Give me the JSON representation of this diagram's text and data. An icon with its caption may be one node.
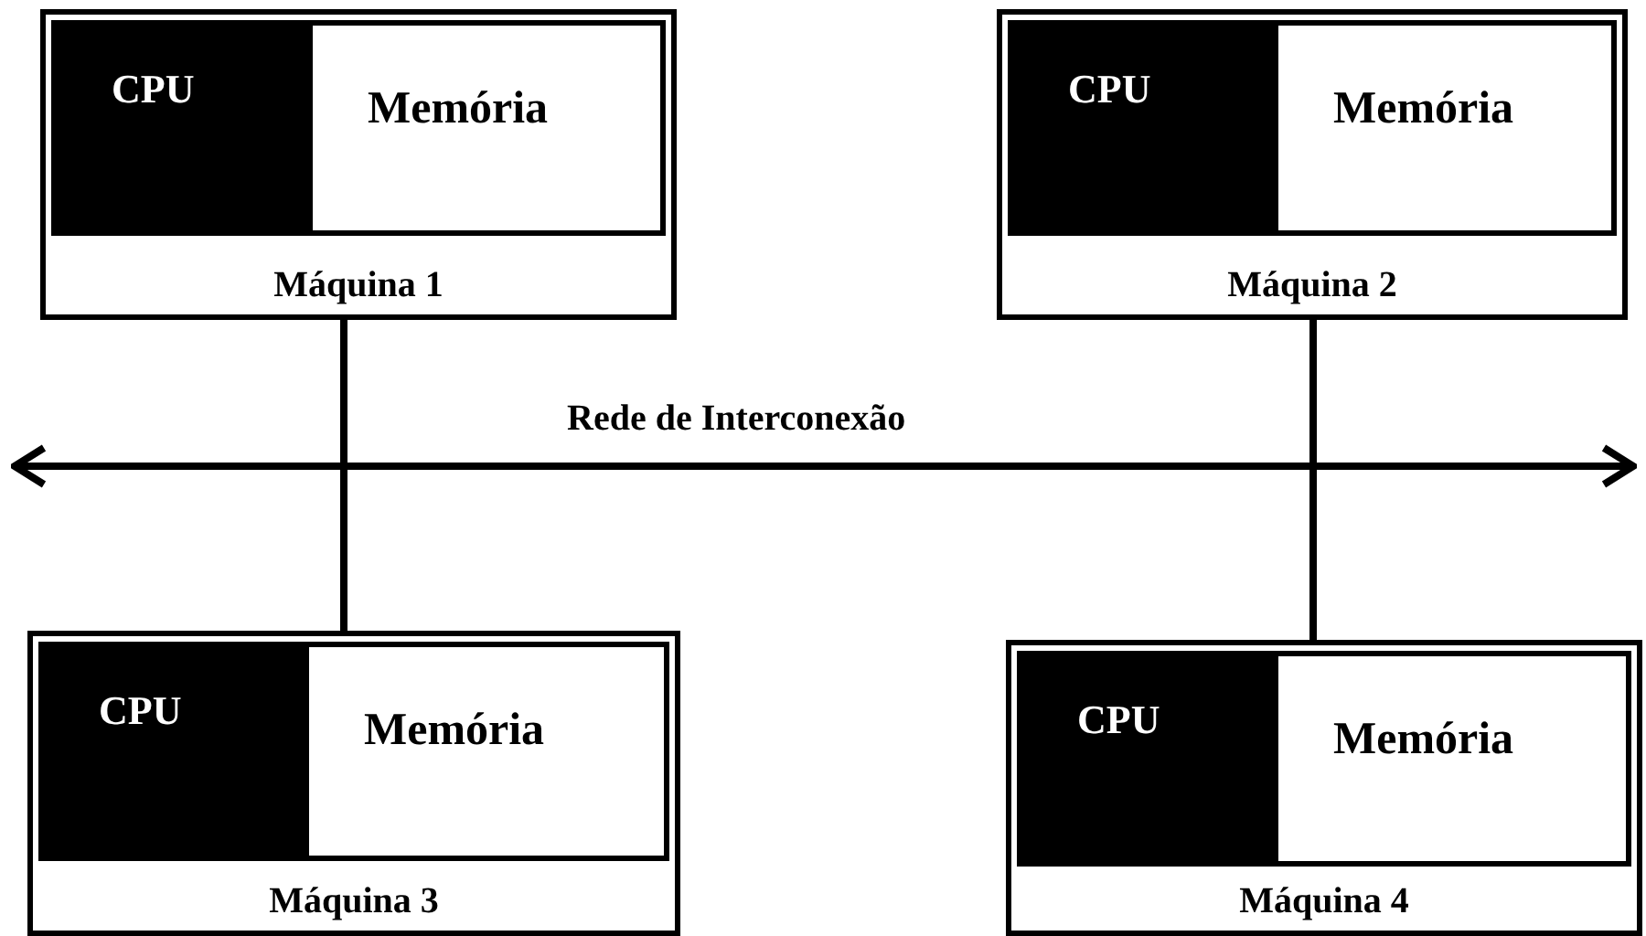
{
  "diagram": {
    "nodes": [
      {
        "text": [
          "Máquina 1"
        ]
      },
      {
        "text": [
          "CPU"
        ],
        "in": 0
      },
      {
        "text": [
          "Memória"
        ],
        "in": 0
      },
      {
        "text": [
          "Máquina 2"
        ]
      },
      {
        "text": [
          "CPU"
        ],
        "in": 3
      },
      {
        "text": [
          "Memória"
        ],
        "in": 3
      },
      {
        "text": [],
        "shape": "bar",
        "beside": [
          "Rede de Interconexão"
        ]
      },
      {
        "text": [
          "Máquina 3"
        ]
      },
      {
        "text": [
          "CPU"
        ],
        "in": 7
      },
      {
        "text": [
          "Memória"
        ],
        "in": 7
      },
      {
        "text": [
          "Máquina 4"
        ]
      },
      {
        "text": [
          "CPU"
        ],
        "in": 10
      },
      {
        "text": [
          "Memória"
        ],
        "in": 10
      }
    ],
    "edges": [
      {
        "from": 0,
        "to": 6,
        "arrow": "none"
      },
      {
        "from": 3,
        "to": 6,
        "arrow": "none"
      },
      {
        "from": 7,
        "to": 6,
        "arrow": "none"
      },
      {
        "from": 10,
        "to": 6,
        "arrow": "none"
      },
      {
        "from": 6,
        "to": null,
        "arrow": "to"
      },
      {
        "from": 6,
        "to": null,
        "arrow": "to"
      }
    ]
  }
}
